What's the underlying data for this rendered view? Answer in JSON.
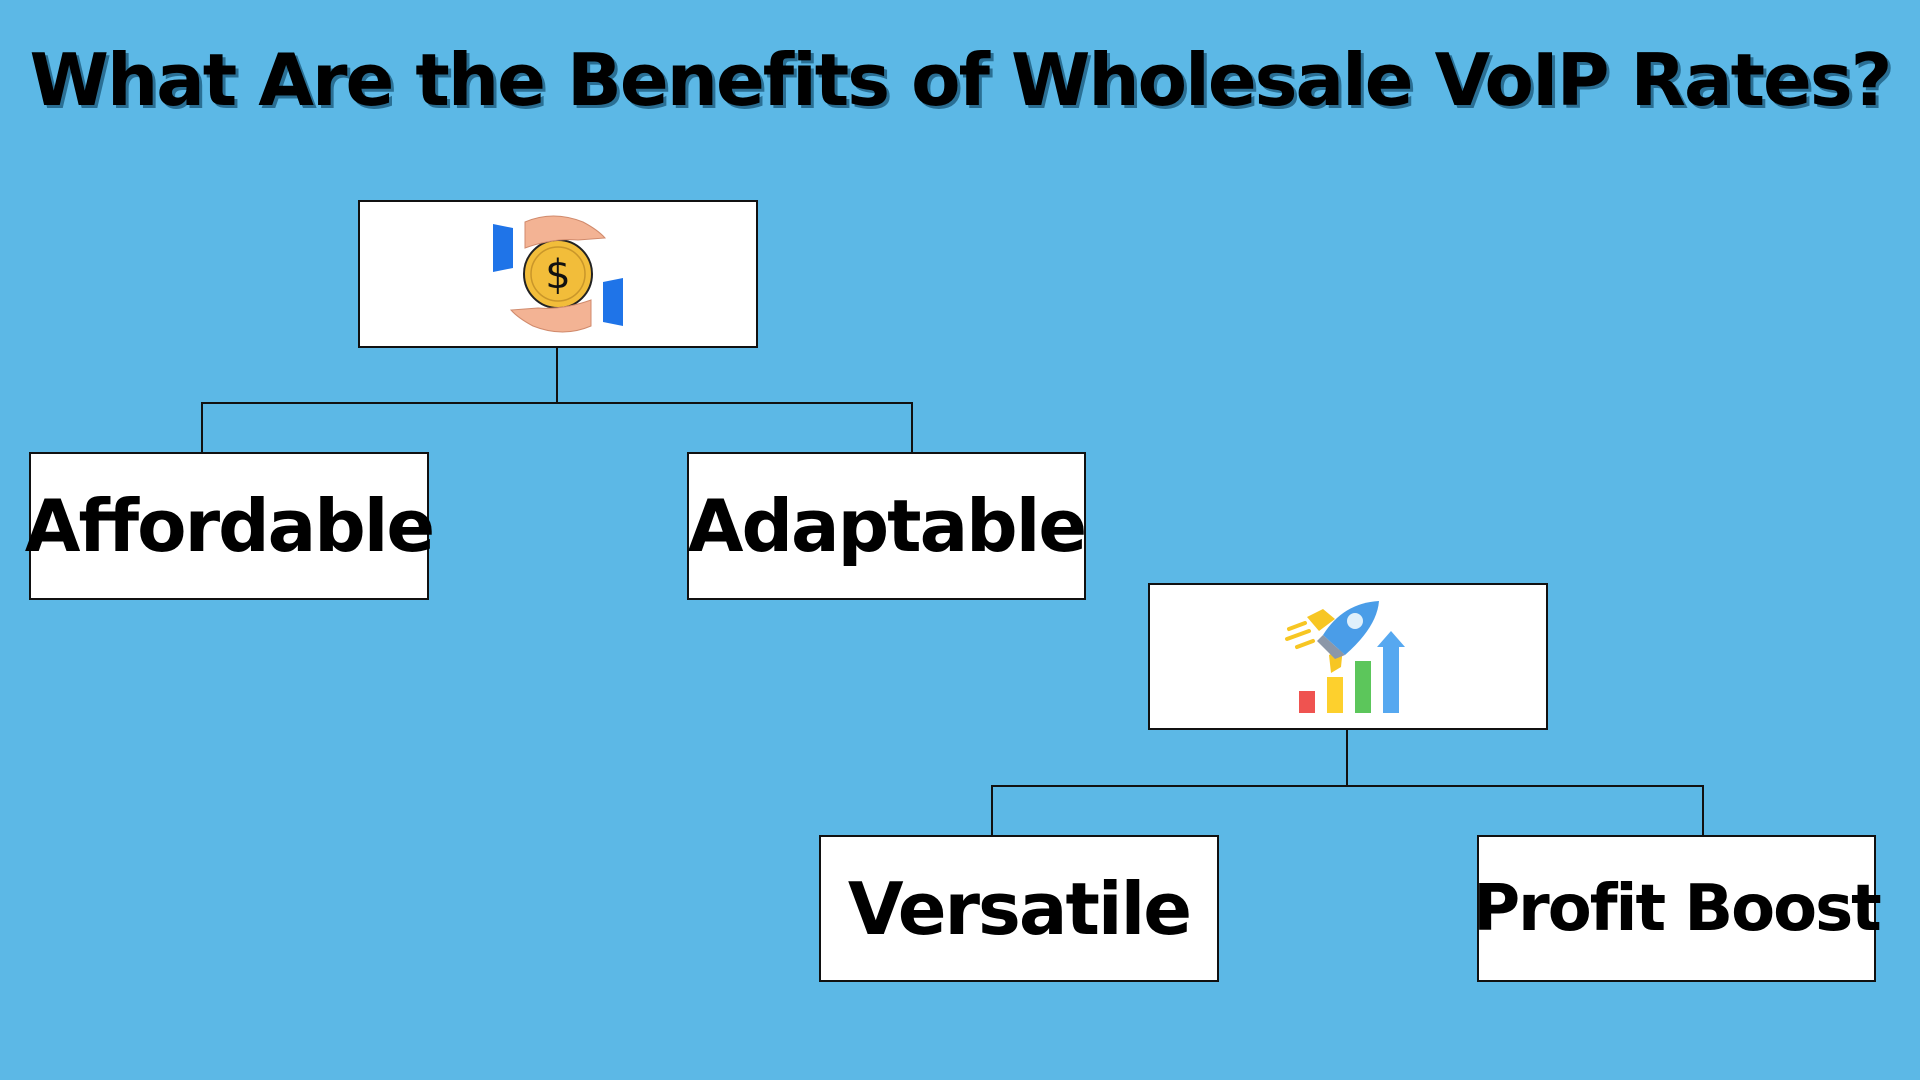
{
  "title": "What Are the Benefits of Wholesale VoIP Rates?",
  "colors": {
    "background": "#5cb8e6",
    "box_fill": "#ffffff",
    "box_border": "#111111",
    "text": "#000000"
  },
  "groups": [
    {
      "icon": "money-hands-icon",
      "children": [
        {
          "label": "Affordable"
        },
        {
          "label": "Adaptable"
        }
      ]
    },
    {
      "icon": "rocket-growth-chart-icon",
      "children": [
        {
          "label": "Versatile"
        },
        {
          "label": "Profit Boost"
        }
      ]
    }
  ]
}
